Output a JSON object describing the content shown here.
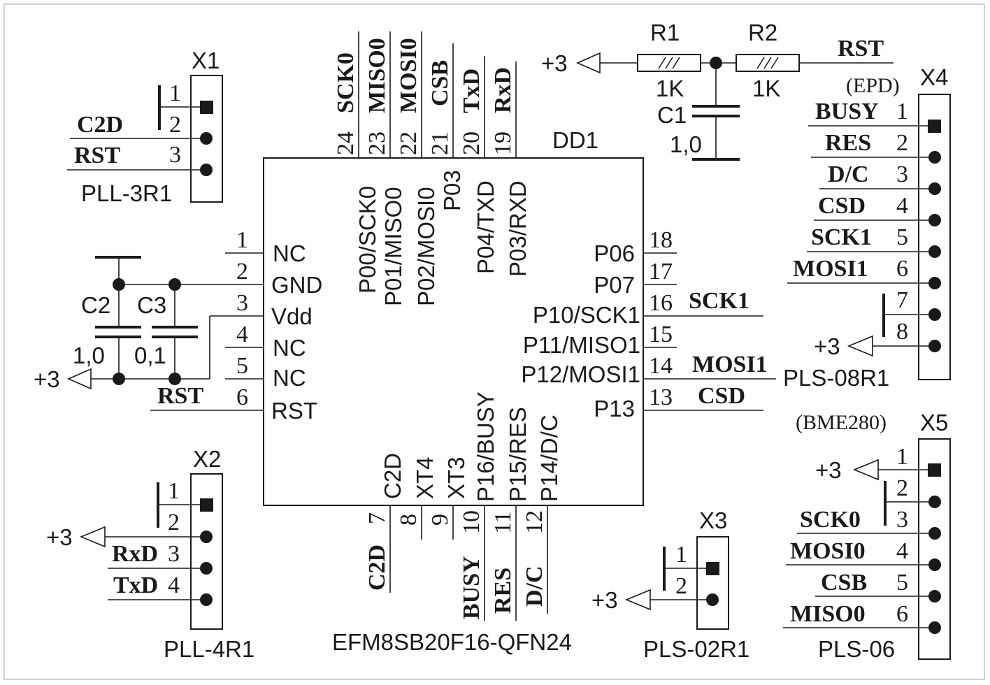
{
  "chip": {
    "ref": "DD1",
    "part": "EFM8SB20F16-QFN24",
    "left_pins": [
      {
        "num": "1",
        "name": "NC"
      },
      {
        "num": "2",
        "name": "GND"
      },
      {
        "num": "3",
        "name": "Vdd"
      },
      {
        "num": "4",
        "name": "NC"
      },
      {
        "num": "5",
        "name": "NC"
      },
      {
        "num": "6",
        "name": "RST"
      }
    ],
    "right_pins": [
      {
        "num": "18",
        "name": "P06"
      },
      {
        "num": "17",
        "name": "P07"
      },
      {
        "num": "16",
        "name": "P10/SCK1"
      },
      {
        "num": "15",
        "name": "P11/MISO1"
      },
      {
        "num": "14",
        "name": "P12/MOSI1"
      },
      {
        "num": "13",
        "name": "P13"
      }
    ],
    "top_pins": [
      {
        "num": "24",
        "name": "P00/SCK0"
      },
      {
        "num": "23",
        "name": "P01/MISO0"
      },
      {
        "num": "22",
        "name": "P02/MOSI0"
      },
      {
        "num": "21",
        "name": "P03"
      },
      {
        "num": "20",
        "name": "P04/TXD"
      },
      {
        "num": "19",
        "name": "P03/RXD"
      }
    ],
    "bottom_pins": [
      {
        "num": "7",
        "name": "C2D"
      },
      {
        "num": "8",
        "name": "XT4"
      },
      {
        "num": "9",
        "name": "XT3"
      },
      {
        "num": "10",
        "name": "P16/BUSY"
      },
      {
        "num": "11",
        "name": "P15/RES"
      },
      {
        "num": "12",
        "name": "P14/D/C"
      }
    ]
  },
  "nets": {
    "top": [
      "SCK0",
      "MISO0",
      "MOSI0",
      "CSB",
      "TxD",
      "RxD"
    ],
    "bottom": [
      "C2D",
      "BUSY",
      "RES",
      "D/C"
    ],
    "right": [
      "SCK1",
      "MOSI1",
      "CSD"
    ],
    "left": [
      "RST"
    ]
  },
  "power_label": "+3",
  "passives": {
    "r1": {
      "ref": "R1",
      "value": "1K"
    },
    "r2": {
      "ref": "R2",
      "value": "1K"
    },
    "c1": {
      "ref": "C1",
      "value": "1,0"
    },
    "c2": {
      "ref": "C2",
      "value": "1,0"
    },
    "c3": {
      "ref": "C3",
      "value": "0,1"
    },
    "rst_net": "RST"
  },
  "connectors": {
    "x1": {
      "ref": "X1",
      "type": "PLL-3R1",
      "pins": [
        "1",
        "2",
        "3"
      ],
      "nets": [
        "",
        "C2D",
        "RST"
      ]
    },
    "x2": {
      "ref": "X2",
      "type": "PLL-4R1",
      "pins": [
        "1",
        "2",
        "3",
        "4"
      ],
      "nets": [
        "",
        "",
        "RxD",
        "TxD"
      ]
    },
    "x3": {
      "ref": "X3",
      "type": "PLS-02R1",
      "pins": [
        "1",
        "2"
      ]
    },
    "x4": {
      "ref": "X4",
      "type": "PLS-08R1",
      "note": "(EPD)",
      "pins": [
        "1",
        "2",
        "3",
        "4",
        "5",
        "6",
        "7",
        "8"
      ],
      "nets": [
        "BUSY",
        "RES",
        "D/C",
        "CSD",
        "SCK1",
        "MOSI1",
        "",
        ""
      ]
    },
    "x5": {
      "ref": "X5",
      "type": "PLS-06",
      "note": "(BME280)",
      "pins": [
        "1",
        "2",
        "3",
        "4",
        "5",
        "6"
      ],
      "nets": [
        "",
        "",
        "SCK0",
        "MOSI0",
        "CSB",
        "MISO0"
      ]
    }
  }
}
